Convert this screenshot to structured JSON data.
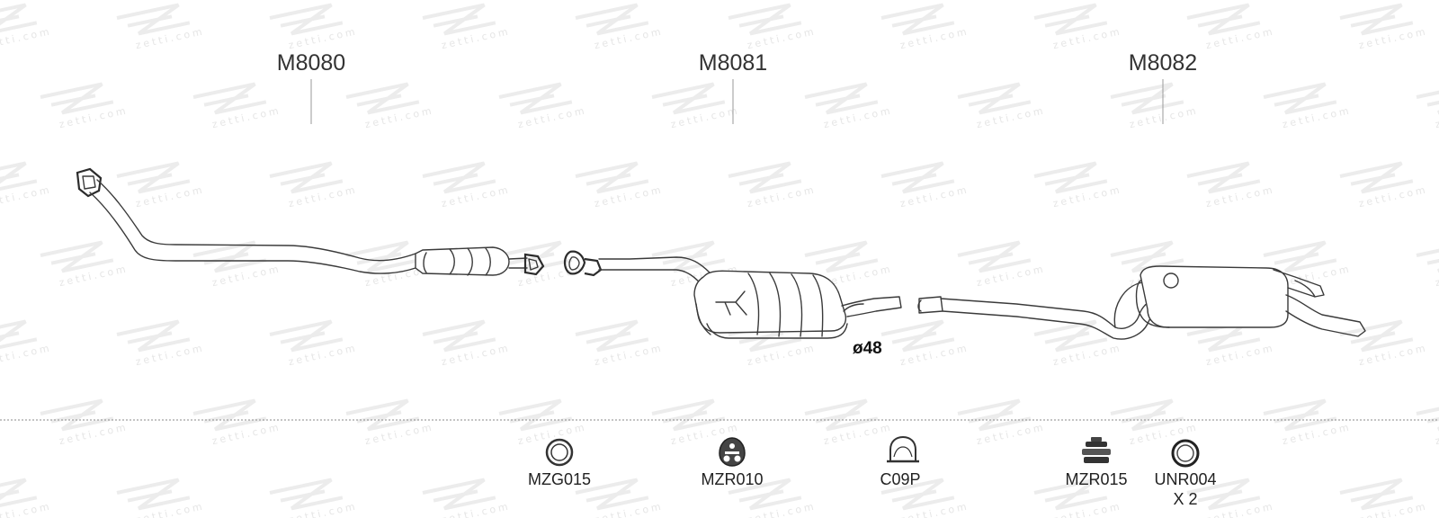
{
  "parts": [
    {
      "code": "M8080"
    },
    {
      "code": "M8081"
    },
    {
      "code": "M8082"
    }
  ],
  "diameter_note": "ø48",
  "accessories": [
    {
      "code": "MZG015",
      "icon": "gasket-ring-icon"
    },
    {
      "code": "MZR010",
      "icon": "rubber-hanger-icon"
    },
    {
      "code": "C09P",
      "icon": "u-clamp-icon"
    },
    {
      "code": "MZR015",
      "icon": "rubber-mount-icon"
    },
    {
      "code": "UNR004",
      "qty": "X 2",
      "icon": "sealing-ring-icon"
    }
  ],
  "watermark": "zetti.com",
  "colors": {
    "line": "#3a3a3a",
    "text": "#333333",
    "watermark": "#e6e6e6",
    "divider": "#8a8a8a"
  }
}
